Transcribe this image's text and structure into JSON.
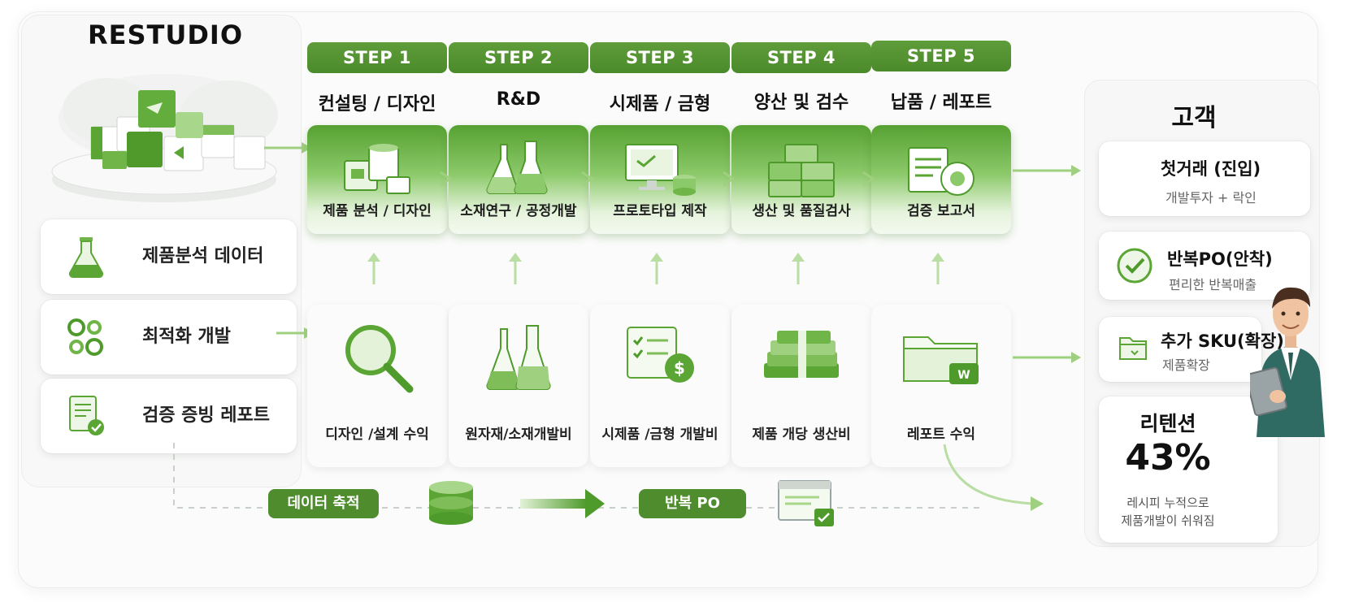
{
  "brand": {
    "logo": "RESTUDIO"
  },
  "features": [
    {
      "label": "제품분석 데이터",
      "icon": "flask-icon"
    },
    {
      "label": "최적화 개발",
      "icon": "gears-icon"
    },
    {
      "label": "검증 증빙 레포트",
      "icon": "report-check-icon"
    }
  ],
  "steps": [
    {
      "pill": "STEP 1",
      "title": "컨설팅 / 디자인",
      "sub": "제품 분석 / 디자인",
      "revenue": "디자인 /설계 수익"
    },
    {
      "pill": "STEP 2",
      "title": "R&D",
      "sub": "소재연구 / 공정개발",
      "revenue": "원자재/소재개발비"
    },
    {
      "pill": "STEP 3",
      "title": "시제품 / 금형",
      "sub": "프로토타입 제작",
      "revenue": "시제품 /금형 개발비"
    },
    {
      "pill": "STEP 4",
      "title": "양산 및 검수",
      "sub": "생산 및 품질검사",
      "revenue": "제품 개당 생산비"
    },
    {
      "pill": "STEP 5",
      "title": "납품 / 레포트",
      "sub": "검증 보고서",
      "revenue": "레포트 수익"
    }
  ],
  "customer": {
    "title": "고객",
    "items": [
      {
        "title": "첫거래 (진입)",
        "sub": "개발투자 + 락인"
      },
      {
        "title": "반복PO(안착)",
        "sub": "편리한 반복매출",
        "icon": "check-circle-icon"
      },
      {
        "title": "추가 SKU(확장)",
        "sub": "제품확장",
        "icon": "folder-icon"
      }
    ],
    "retention": {
      "label": "리텐션",
      "value": "43%",
      "note1": "레시피 누적으로",
      "note2": "제품개발이 쉬워짐"
    }
  },
  "bottom": {
    "data_label": "데이터 축적",
    "po_label": "반복 PO"
  },
  "colors": {
    "brand_green": "#4e8c2e",
    "light_green": "#8cc96a"
  }
}
